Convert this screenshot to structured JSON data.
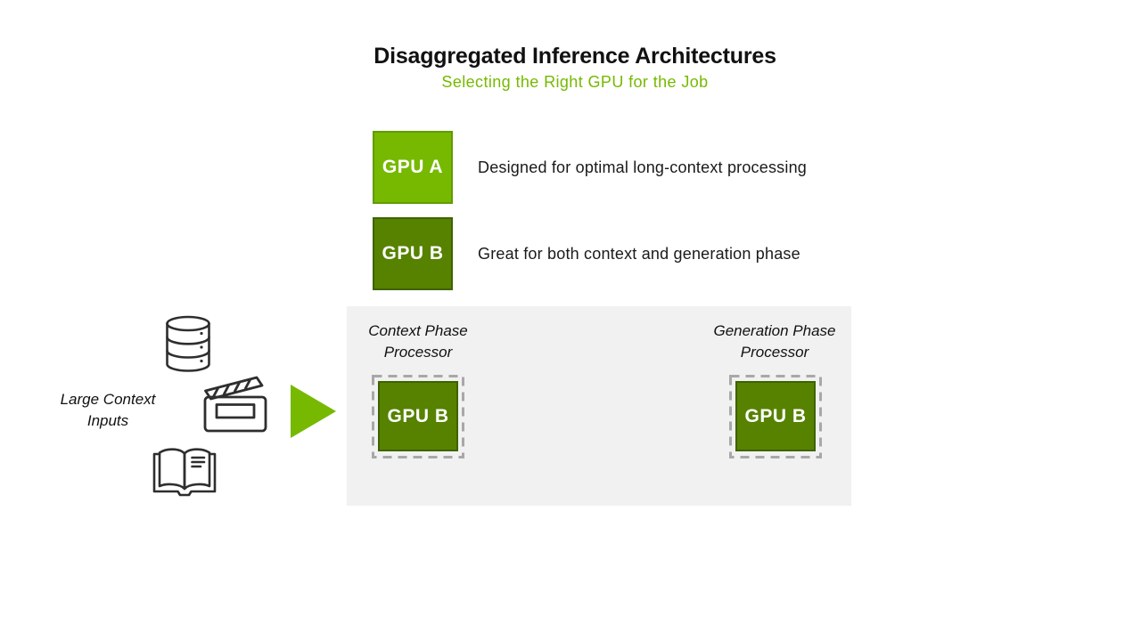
{
  "slide": {
    "title": "Disaggregated Inference Architectures",
    "subtitle": "Selecting the Right GPU for the Job"
  },
  "colors": {
    "nvidia_green": "#76B900",
    "gpu_b_dark_green": "#568200",
    "panel_background": "#F1F1F1",
    "dashed_border_gray": "#A8A8A8",
    "icon_stroke": "#2E2E2E",
    "text_black": "#1A1A1A"
  },
  "gpu_legend": [
    {
      "gpu_label": "GPU A",
      "description": "Designed for optimal long-context processing"
    },
    {
      "gpu_label": "GPU B",
      "description": "Great for both context and generation phase"
    }
  ],
  "inputs": {
    "label": "Large Context\nInputs",
    "icons": [
      "database-icon",
      "clapperboard-icon",
      "open-book-icon",
      "flow-arrow-icon"
    ]
  },
  "pipeline": {
    "stages": [
      {
        "label": "Context Phase\nProcessor",
        "gpu_label": "GPU B"
      },
      {
        "label": "Generation Phase\nProcessor",
        "gpu_label": "GPU B"
      }
    ]
  }
}
